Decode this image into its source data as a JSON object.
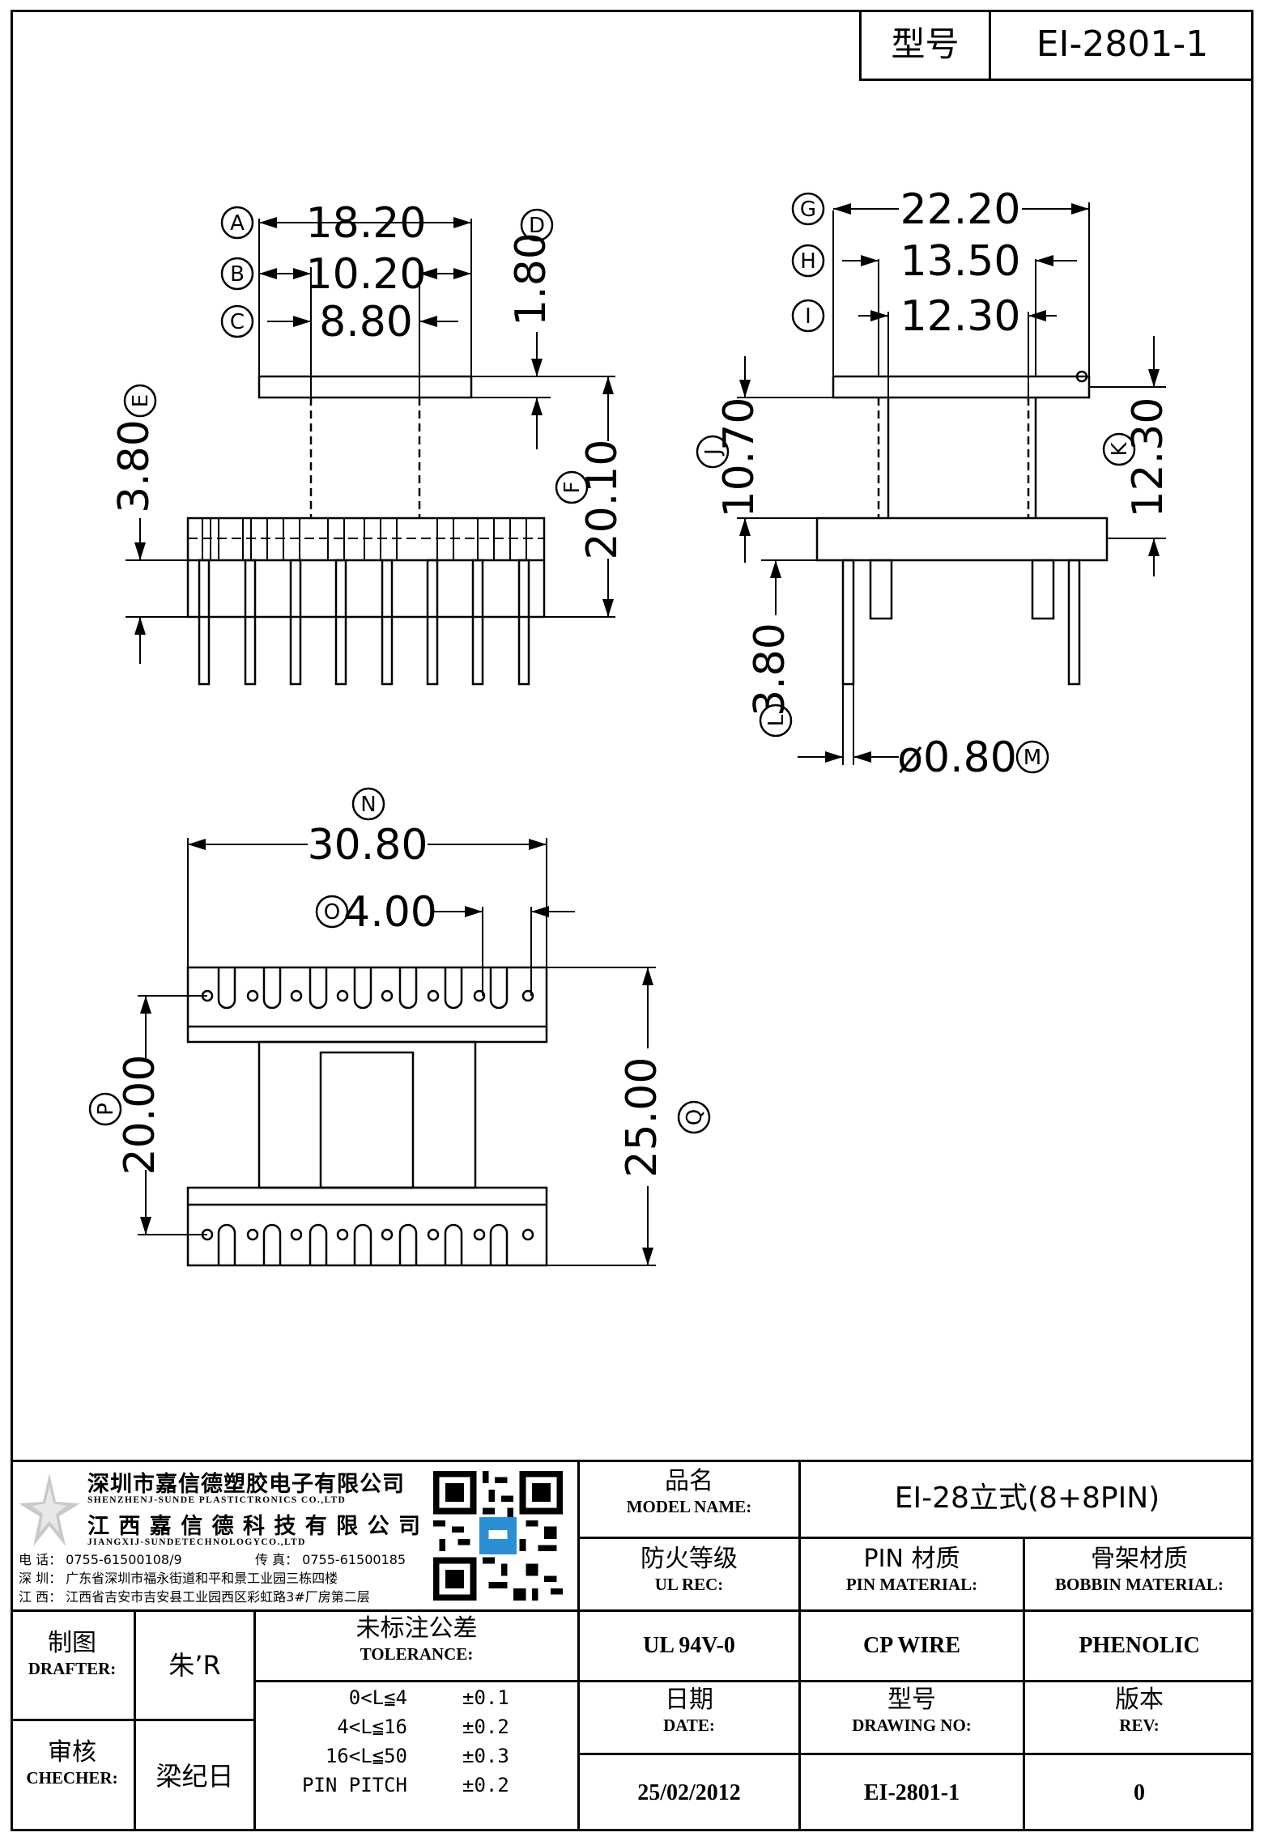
{
  "header": {
    "label_model": "型号",
    "model": "EI-2801-1"
  },
  "drawing": {
    "dims": {
      "A_val": "18.20",
      "B_val": "10.20",
      "C_val": "8.80",
      "D_val": "1.80",
      "E_val": "3.80",
      "F_val": "20.10",
      "G_val": "22.20",
      "H_val": "13.50",
      "I_val": "12.30",
      "J_val": "10.70",
      "K_val": "12.30",
      "L_val": "3.80",
      "M_val": "ø0.80",
      "N_val": "30.80",
      "O_val": "4.00",
      "P_val": "20.00",
      "Q_val": "25.00"
    },
    "markers": {
      "A": "A",
      "B": "B",
      "C": "C",
      "D": "D",
      "E": "E",
      "F": "F",
      "G": "G",
      "H": "H",
      "I": "I",
      "J": "J",
      "K": "K",
      "L": "L",
      "M": "M",
      "N": "N",
      "O": "O",
      "P": "P",
      "Q": "Q"
    }
  },
  "company": {
    "name_sz": "深圳市嘉信德塑胶电子有限公司",
    "name_sz_en": "SHENZHENJ-SUNDE PLASTICTRONICS CO.,LTD",
    "name_jx": "江 西 嘉 信 德 科 技 有 限 公 司",
    "name_jx_en": "JIANGXIJ-SUNDETECHNOLOGYCO.,LTD",
    "tel": "电 话： 0755-61500108/9",
    "fax": "传 真： 0755-61500185",
    "addr_sz": "深 圳： 广东省深圳市福永街道和平和景工业园三栋四楼",
    "addr_jx": "江 西： 江西省吉安市吉安县工业园西区彩虹路3#厂房第二层"
  },
  "titleblock": {
    "model_name_zh": "品名",
    "model_name_en": "MODEL NAME:",
    "model_name_val": "EI-28立式(8+8PIN)",
    "ul_zh": "防火等级",
    "ul_en": "UL REC:",
    "ul_val": "UL 94V-0",
    "pin_zh": "PIN 材质",
    "pin_en": "PIN MATERIAL:",
    "pin_val": "CP WIRE",
    "bobbin_zh": "骨架材质",
    "bobbin_en": "BOBBIN MATERIAL:",
    "bobbin_val": "PHENOLIC",
    "drafter_zh": "制图",
    "drafter_en": "DRAFTER:",
    "drafter_val": "朱’R",
    "checker_zh": "审核",
    "checker_en": "CHECHER:",
    "checker_val": "梁纪日",
    "tol_zh": "未标注公差",
    "tol_en": "TOLERANCE:",
    "tolerances": [
      {
        "range": "0<L≦4",
        "value": "±0.1"
      },
      {
        "range": "4<L≦16",
        "value": "±0.2"
      },
      {
        "range": "16<L≦50",
        "value": "±0.3"
      },
      {
        "range": "PIN PITCH",
        "value": "±0.2"
      }
    ],
    "date_zh": "日期",
    "date_en": "DATE:",
    "date_val": "25/02/2012",
    "dwg_zh": "型号",
    "dwg_en": "DRAWING NO:",
    "dwg_val": "EI-2801-1",
    "rev_zh": "版本",
    "rev_en": "REV:",
    "rev_val": "0"
  }
}
